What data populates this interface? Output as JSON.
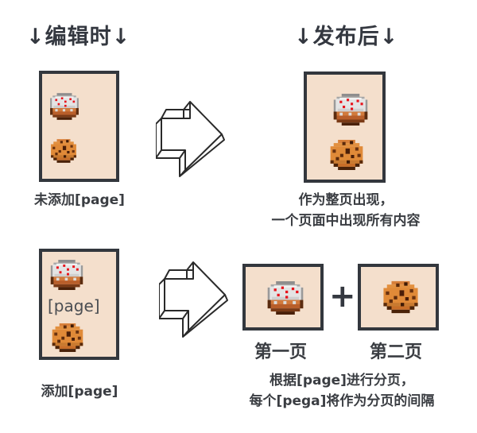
{
  "headings": {
    "editing": "↓编辑时↓",
    "published": "↓发布后↓"
  },
  "row1": {
    "left_caption": "未添加[page]",
    "right_caption_line1": "作为整页出现，",
    "right_caption_line2": "一个页面中出现所有内容"
  },
  "row2": {
    "inner_marker": "[page]",
    "left_caption": "添加[page]",
    "page1_label": "第一页",
    "page2_label": "第二页",
    "plus_sign": "+",
    "right_caption_line1": "根据[page]进行分页，",
    "right_caption_line2": "每个[pega]将作为分页的间隔"
  },
  "icons": {
    "cake": "cake-icon",
    "cookie": "cookie-icon",
    "arrow": "arrow-right-icon"
  },
  "colors": {
    "panel_bg": "#f4dfcc",
    "panel_border": "#33373d",
    "text": "#3a3d42"
  }
}
